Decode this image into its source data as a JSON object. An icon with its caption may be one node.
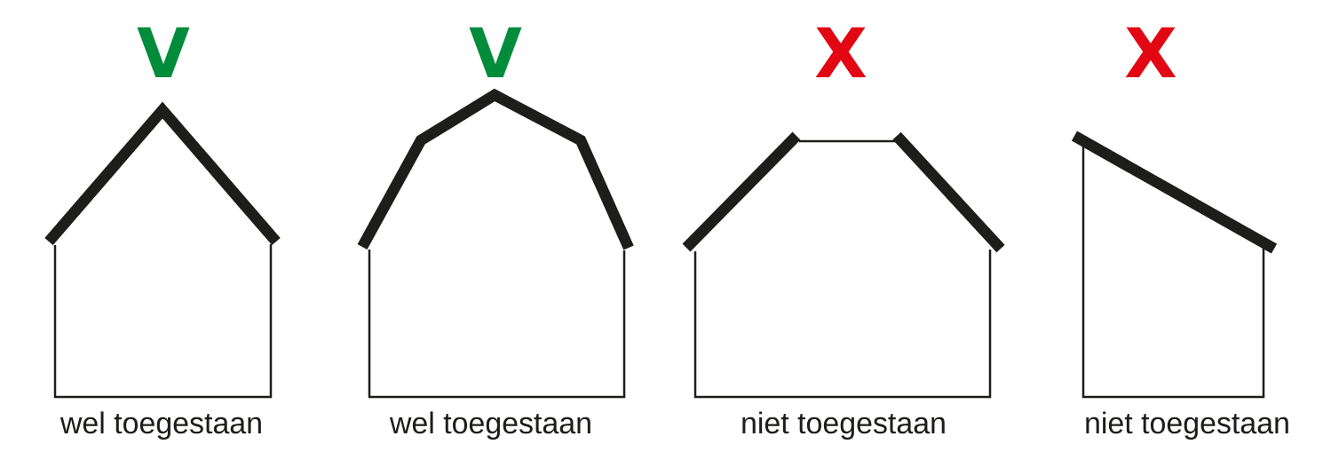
{
  "diagram": {
    "nodes": [
      {
        "text": [
          "V",
          "wel toegestaan"
        ]
      },
      {
        "text": [
          "V",
          "wel toegestaan"
        ]
      },
      {
        "text": [
          "X",
          "niet toegestaan"
        ]
      },
      {
        "text": [
          "X",
          "niet toegestaan"
        ]
      }
    ]
  }
}
